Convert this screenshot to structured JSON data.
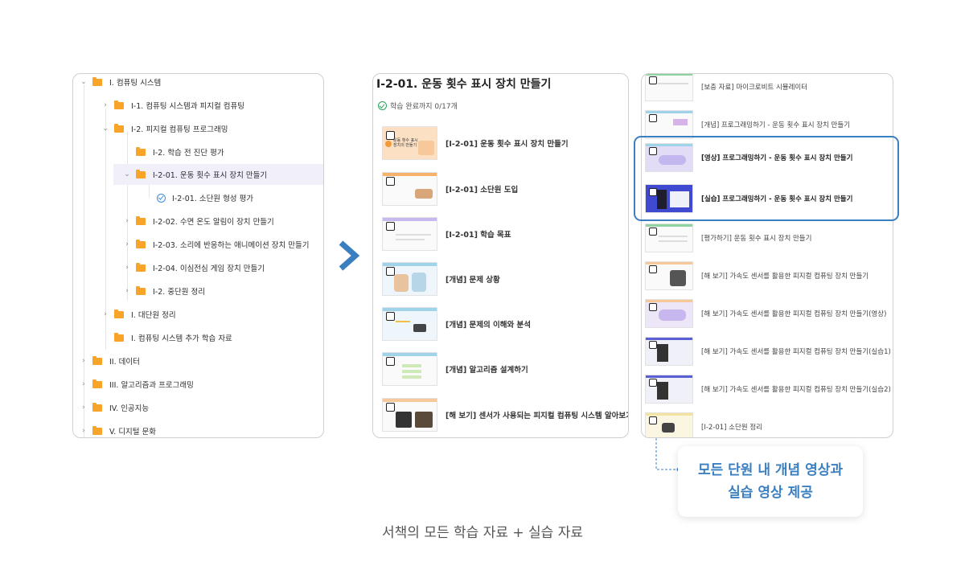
{
  "tree": {
    "items": [
      {
        "label": "I. 컴퓨팅 시스템",
        "expanded": true
      },
      {
        "label": "I-1. 컴퓨팅 시스템과 피지컬 컴퓨팅",
        "expanded": false
      },
      {
        "label": "I-2. 피지컬 컴퓨팅 프로그래밍",
        "expanded": true
      },
      {
        "label": "I-2. 학습 전 진단 평가"
      },
      {
        "label": "I-2-01. 운동 횟수 표시 장치 만들기",
        "expanded": true,
        "selected": true
      },
      {
        "label": "I-2-01. 소단원 형성 평가",
        "completed": true
      },
      {
        "label": "I-2-02. 수면 온도 알림이 장치 만들기",
        "expanded": false
      },
      {
        "label": "I-2-03. 소리에 반응하는 애니메이션 장치 만들기",
        "expanded": false
      },
      {
        "label": "I-2-04. 이심전심 게임 장치 만들기",
        "expanded": false
      },
      {
        "label": "I-2. 중단원 정리",
        "expanded": false
      },
      {
        "label": "I. 대단원 정리",
        "expanded": false
      },
      {
        "label": "I. 컴퓨팅 시스템 추가 학습 자료"
      },
      {
        "label": "II. 데이터",
        "expanded": false
      },
      {
        "label": "III. 알고리즘과 프로그래밍",
        "expanded": false
      },
      {
        "label": "IV. 인공지능",
        "expanded": false
      },
      {
        "label": "V. 디지털 문화",
        "expanded": false
      }
    ]
  },
  "lesson": {
    "title": "I-2-01. 운동 횟수 표시 장치 만들기",
    "progress": "학습 완료까지 0/17개",
    "items": [
      {
        "label": "[I-2-01] 운동 횟수 표시 장치 만들기",
        "thumb_text": "운동 횟수 표시 장치의 만들기",
        "accent": "#f3a95d"
      },
      {
        "label": "[I-2-01] 소단원 도입",
        "accent": "#f6b26b"
      },
      {
        "label": "[I-2-01] 학습 목표",
        "accent": "#c9b8ef"
      },
      {
        "label": "[개념] 문제 상황",
        "accent": "#9fd3ea"
      },
      {
        "label": "[개념] 문제의 이해와 분석",
        "accent": "#9fd3ea"
      },
      {
        "label": "[개념] 알고리즘 설계하기",
        "accent": "#9fd3ea"
      },
      {
        "label": "[해 보기] 센서가 사용되는 피지컬 컴퓨팅 시스템 알아보기",
        "accent": "#f6c89a"
      }
    ]
  },
  "resources": {
    "items": [
      {
        "label": "[보충 자료] 마이크로비트 시뮬레이터",
        "accent": "#8fd4a0"
      },
      {
        "label": "[개념] 프로그래밍하기 - 운동 횟수 표시 장치 만들기",
        "accent": "#9fd3ea"
      },
      {
        "label": "[영상] 프로그래밍하기 - 운동 횟수 표시 장치 만들기",
        "accent": "#9fd3ea",
        "bold": true
      },
      {
        "label": "[실습] 프로그래밍하기 - 운동 횟수 표시 장치 만들기",
        "accent": "#5a5fd6",
        "bold": true
      },
      {
        "label": "[평가하기] 운동 횟수 표시 장치 만들기",
        "accent": "#8fd4a0"
      },
      {
        "label": "[해 보기] 가속도 센서를 활용한 피지컬 컴퓨팅 장치 만들기",
        "accent": "#f6c89a"
      },
      {
        "label": "[해 보기] 가속도 센서를 활용한 피지컬 컴퓨팅 장치 만들기(영상)",
        "accent": "#f6c89a"
      },
      {
        "label": "[해 보기] 가속도 센서를 활용한 피지컬 컴퓨팅 장치 만들기(실습1)",
        "accent": "#5a5fd6"
      },
      {
        "label": "[해 보기] 가속도 센서를 활용한 피지컬 컴퓨팅 장치 만들기(실습2)",
        "accent": "#5a5fd6"
      },
      {
        "label": "[I-2-01] 소단원 정리",
        "accent": "#f3e3a0"
      }
    ]
  },
  "callout": {
    "line1": "모든 단원 내 개념 영상과",
    "line2": "실습 영상 제공"
  },
  "caption": "서책의 모든 학습 자료 + 실습 자료",
  "colors": {
    "accent_blue": "#3b7fc0",
    "folder": "#f7a428",
    "selected_row": "#f1effa"
  }
}
